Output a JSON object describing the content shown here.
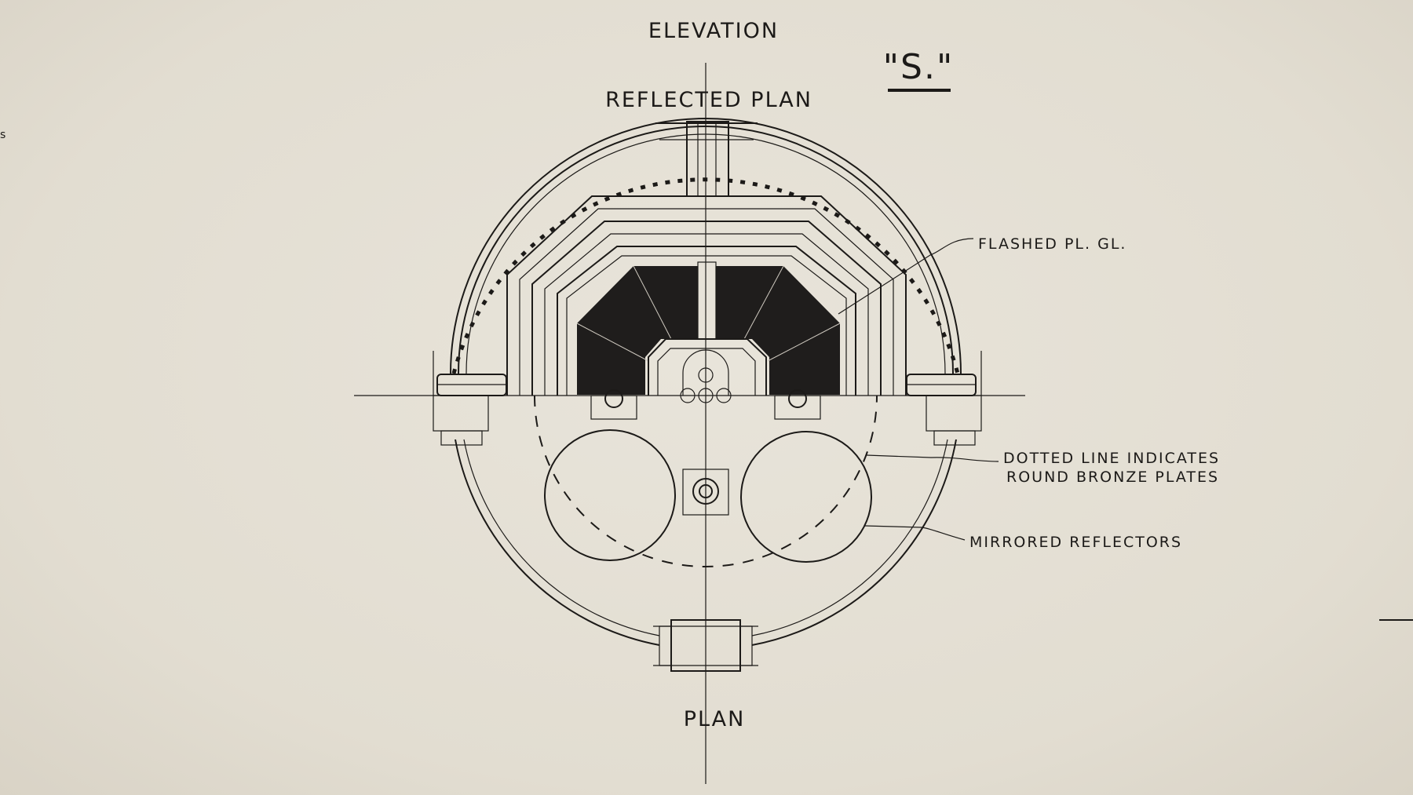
{
  "sheet": {
    "section_mark": "\"S.\"",
    "edge_mark": "s"
  },
  "titles": {
    "elevation": "ELEVATION",
    "reflected_plan": "REFLECTED PLAN",
    "plan": "PLAN"
  },
  "notes": {
    "flashed_glass": "FLASHED PL. GL.",
    "dotted_line_1": "DOTTED LINE INDICATES",
    "dotted_line_2": "ROUND BRONZE PLATES",
    "mirrored": "MIRRORED REFLECTORS"
  },
  "colors": {
    "paper": "#e4dfd4",
    "ink": "#1c1a18"
  }
}
